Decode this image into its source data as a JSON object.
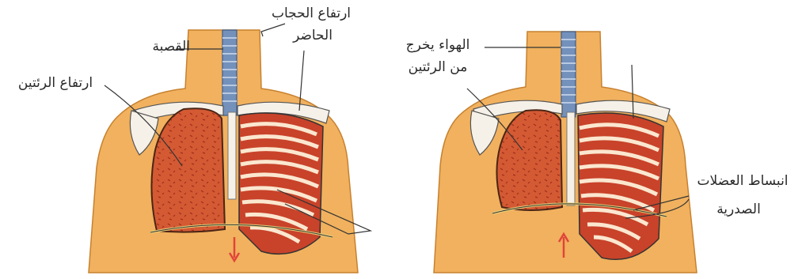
{
  "labels": {
    "trachea": "القصبة",
    "lungs_rise": "ارتفاع الرئتين",
    "diaphragm_rise_1": "ارتفاع الحجاب",
    "diaphragm_rise_2": "الحاضر",
    "air_out_1": "الهواء يخرج",
    "air_out_2": "من الرئتين",
    "muscle_relax_1": "انبساط العضلات",
    "muscle_relax_2": "الصدرية"
  },
  "colors": {
    "skin": "#f1b15e",
    "skin_shadow": "#d9913e",
    "lung": "#d45a34",
    "lung_dark": "#a6321c",
    "rib": "#fbe7d0",
    "muscle": "#c8432a",
    "trachea": "#6f8bb6",
    "bone": "#f6f1e8",
    "arrow": "#e0453a",
    "line": "#333333"
  },
  "diagram": {
    "panels": [
      "left-torso",
      "right-torso"
    ],
    "arrows": [
      {
        "panel": "left-torso",
        "direction": "down"
      },
      {
        "panel": "right-torso",
        "direction": "up"
      }
    ]
  }
}
